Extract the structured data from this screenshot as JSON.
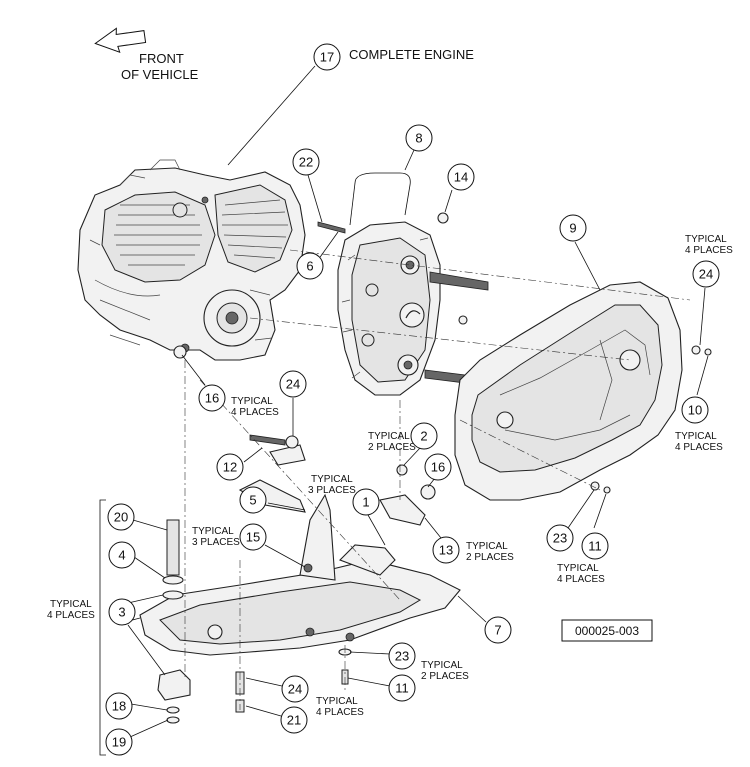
{
  "header": {
    "front_line1": "FRONT",
    "front_line2": "OF VEHICLE",
    "complete_engine": "COMPLETE ENGINE"
  },
  "drawing_number": "000025-003",
  "notes": {
    "typ4_line1": "TYPICAL",
    "typ4_line2": "4 PLACES",
    "typ3_line1": "TYPICAL",
    "typ3_line2": "3 PLACES",
    "typ2_line1": "TYPICAL",
    "typ2_line2": "2 PLACES"
  },
  "callouts": {
    "c17": "17",
    "c8": "8",
    "c22": "22",
    "c14": "14",
    "c6": "6",
    "c9": "9",
    "c24a": "24",
    "c10": "10",
    "c16a": "16",
    "c24b": "24",
    "c12": "12",
    "c2": "2",
    "c16b": "16",
    "c5": "5",
    "c1": "1",
    "c13": "13",
    "c20": "20",
    "c15": "15",
    "c4": "4",
    "c3": "3",
    "c23a": "23",
    "c11a": "11",
    "c7": "7",
    "c23b": "23",
    "c11b": "11",
    "c24c": "24",
    "c18": "18",
    "c21": "21",
    "c19": "19"
  }
}
